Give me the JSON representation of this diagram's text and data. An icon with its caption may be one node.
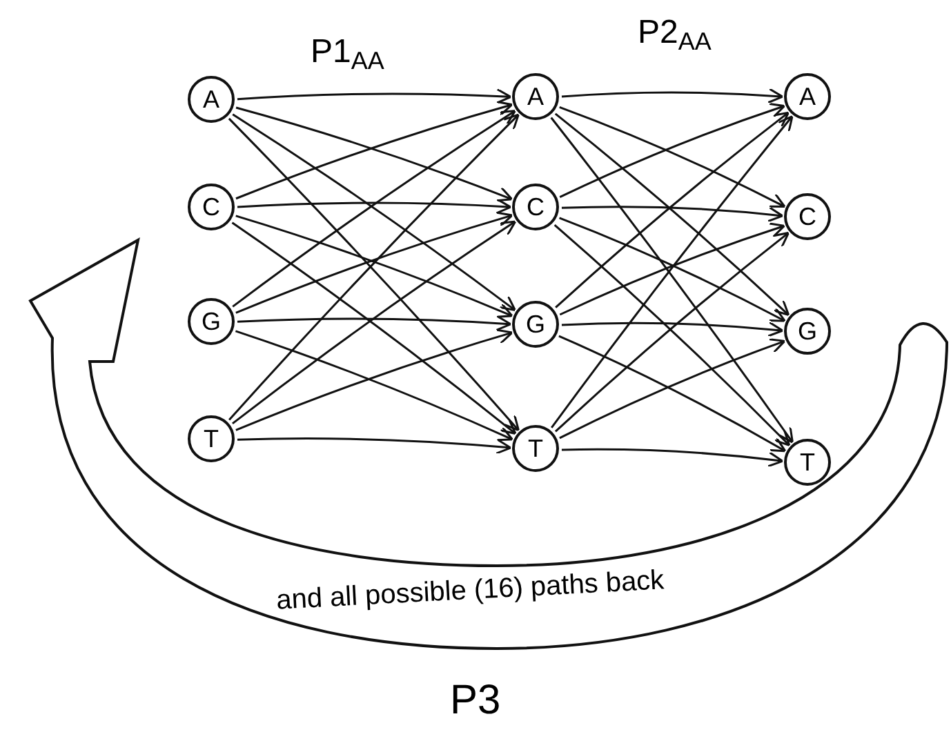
{
  "diagram": {
    "nodes": [
      {
        "text": [
          "A"
        ]
      },
      {
        "text": [
          "C"
        ]
      },
      {
        "text": [
          "G"
        ]
      },
      {
        "text": [
          "T"
        ]
      },
      {
        "text": [
          "A"
        ]
      },
      {
        "text": [
          "C"
        ]
      },
      {
        "text": [
          "G"
        ]
      },
      {
        "text": [
          "T"
        ]
      },
      {
        "text": [
          "A"
        ]
      },
      {
        "text": [
          "C"
        ]
      },
      {
        "text": [
          "G"
        ]
      },
      {
        "text": [
          "T"
        ]
      }
    ],
    "edges": [
      {
        "from": 0,
        "to": 4,
        "arrow": "to"
      },
      {
        "from": 0,
        "to": 5,
        "arrow": "to"
      },
      {
        "from": 0,
        "to": 6,
        "arrow": "to"
      },
      {
        "from": 0,
        "to": 7,
        "arrow": "to"
      },
      {
        "from": 1,
        "to": 4,
        "arrow": "to"
      },
      {
        "from": 1,
        "to": 5,
        "arrow": "to"
      },
      {
        "from": 1,
        "to": 6,
        "arrow": "to"
      },
      {
        "from": 1,
        "to": 7,
        "arrow": "to"
      },
      {
        "from": 2,
        "to": 4,
        "arrow": "to"
      },
      {
        "from": 2,
        "to": 5,
        "arrow": "to"
      },
      {
        "from": 2,
        "to": 6,
        "arrow": "to"
      },
      {
        "from": 2,
        "to": 7,
        "arrow": "to"
      },
      {
        "from": 3,
        "to": 4,
        "arrow": "to"
      },
      {
        "from": 3,
        "to": 5,
        "arrow": "to"
      },
      {
        "from": 3,
        "to": 6,
        "arrow": "to"
      },
      {
        "from": 3,
        "to": 7,
        "arrow": "to"
      },
      {
        "from": 4,
        "to": 8,
        "arrow": "to"
      },
      {
        "from": 4,
        "to": 9,
        "arrow": "to"
      },
      {
        "from": 4,
        "to": 10,
        "arrow": "to"
      },
      {
        "from": 4,
        "to": 11,
        "arrow": "to"
      },
      {
        "from": 5,
        "to": 8,
        "arrow": "to"
      },
      {
        "from": 5,
        "to": 9,
        "arrow": "to"
      },
      {
        "from": 5,
        "to": 10,
        "arrow": "to"
      },
      {
        "from": 5,
        "to": 11,
        "arrow": "to"
      },
      {
        "from": 6,
        "to": 8,
        "arrow": "to"
      },
      {
        "from": 6,
        "to": 9,
        "arrow": "to"
      },
      {
        "from": 6,
        "to": 10,
        "arrow": "to"
      },
      {
        "from": 6,
        "to": 11,
        "arrow": "to"
      },
      {
        "from": 7,
        "to": 8,
        "arrow": "to"
      },
      {
        "from": 7,
        "to": 9,
        "arrow": "to"
      },
      {
        "from": 7,
        "to": 10,
        "arrow": "to"
      },
      {
        "from": 7,
        "to": 11,
        "arrow": "to"
      }
    ],
    "labels": [
      "P1$_{AA}$",
      "P2$_{AA}$",
      "and all possible (16) paths back",
      "P3"
    ]
  }
}
